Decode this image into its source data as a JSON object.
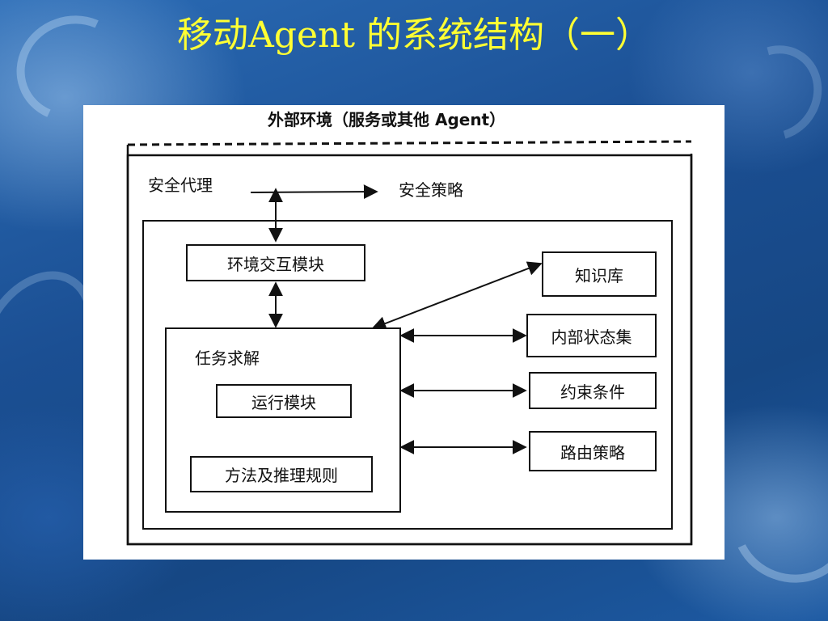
{
  "slide": {
    "title": "移动Agent 的系统结构（一）"
  },
  "diagram": {
    "environment_label": "外部环境（服务或其他 Agent）",
    "security_agent": "安全代理",
    "security_policy": "安全策略",
    "env_interaction_module": "环境交互模块",
    "task_solving": "任务求解",
    "run_module": "运行模块",
    "methods_and_rules": "方法及推理规则",
    "knowledge_base": "知识库",
    "internal_state_set": "内部状态集",
    "constraints": "约束条件",
    "routing_policy": "路由策略"
  },
  "colors": {
    "title": "#ffff33",
    "background": "#1a4f8f",
    "figure_background": "#ffffff",
    "line": "#111111"
  }
}
